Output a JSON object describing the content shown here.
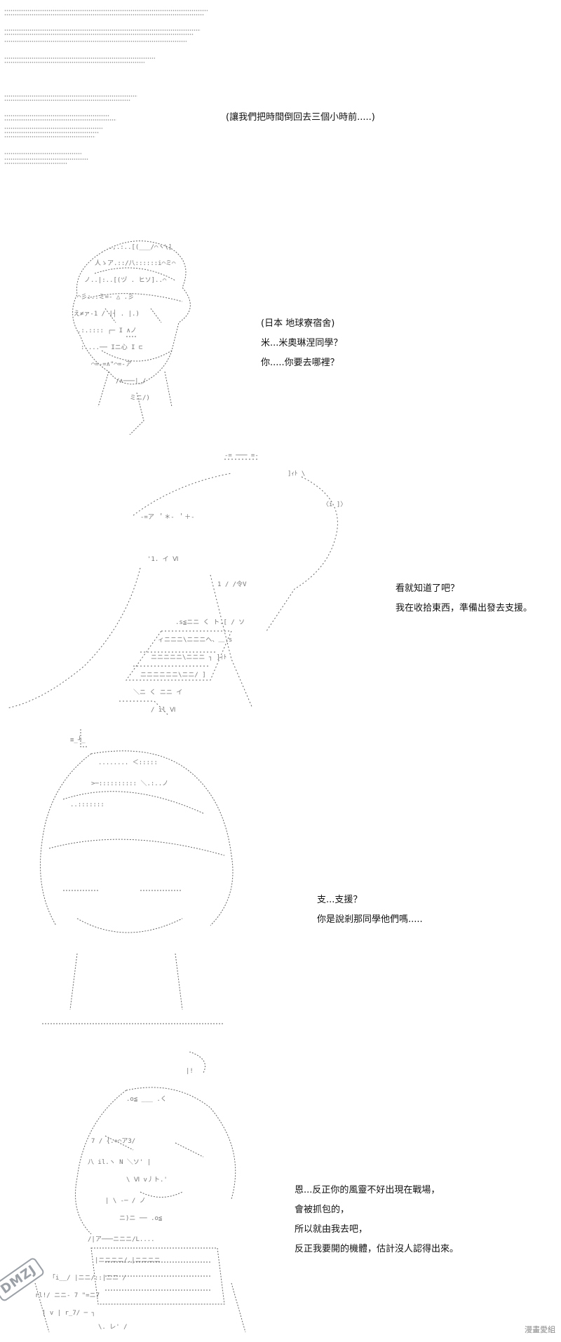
{
  "captions": {
    "rewind": "(讓我們把時間倒回去三個小時前.....)",
    "panel1": [
      "(日本  地球寮宿舍)",
      "米...米奧琳涅同學？",
      "你.....你要去哪裡？"
    ],
    "panel2": [
      "看就知道了吧？",
      "我在收拾東西，準備出發去支援。"
    ],
    "panel3": [
      "支...支援？",
      "你是說剎那同學他們嗎....."
    ],
    "panel4": [
      "恩...反正你的風靈不好出現在戰場，",
      "會被抓包的，",
      "所以就由我去吧，",
      "反正我要開的機體，估計沒人認得出來。"
    ]
  },
  "watermark": "DMZJ",
  "corner_mark": "漫畫愛組"
}
